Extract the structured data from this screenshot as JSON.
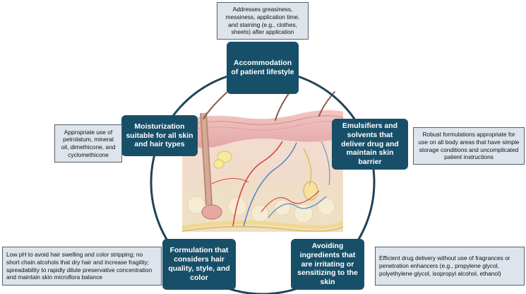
{
  "colors": {
    "hub": "#184f68",
    "note_bg": "#dde4ec",
    "ring": "#1f4459",
    "skin_epidermis": "#e8b2b0",
    "skin_dermis": "#f1d9cc",
    "skin_fat": "#ecdcbc"
  },
  "hubs": {
    "top": "Accommodation of patient lifestyle",
    "left": "Moisturization suitable for all skin and hair types",
    "right": "Emulsifiers and solvents that deliver drug and maintain skin barrier",
    "bottom_left": "Formulation that considers hair quality, style, and color",
    "bottom_right": "Avoiding ingredients that are irritating or sensitizing to the skin"
  },
  "notes": {
    "top": "Addresses greasiness, messiness, application time, and staining (e.g., clothes, sheets) after application",
    "left": "Appropriate use of petrolatum, mineral oil, dimethicone, and cyclomethicone",
    "right": "Robust formulations appropriate for use on all body areas that have simple storage conditions and uncomplicated patient instructions",
    "bottom_left": "Low pH to avoid hair swelling and color stripping; no short chain alcohols that dry hair and increase fragility; spreadability to rapidly dilute preservative concentration and maintain skin microflora balance",
    "bottom_right": "Efficient drug delivery without use of fragrances or penetration enhancers (e.g., propylene glycol, polyethylene glycol, isopropyl alcohol, ethanol)"
  }
}
